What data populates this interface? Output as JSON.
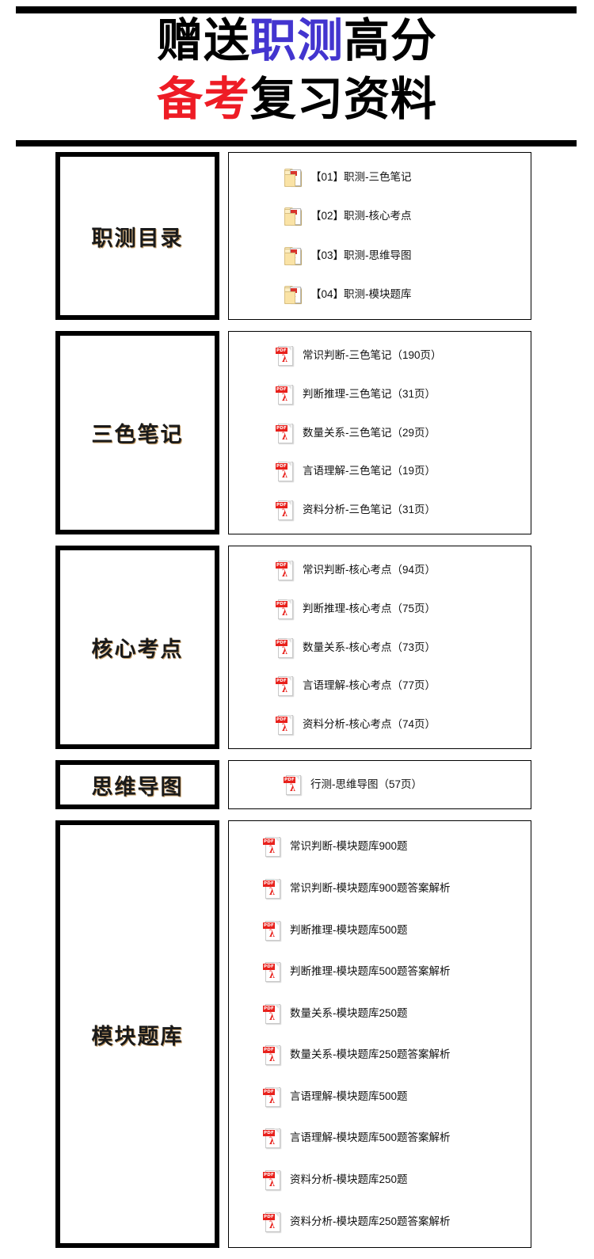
{
  "header": {
    "line1": [
      {
        "text": "赠送",
        "color": "#000000"
      },
      {
        "text": "职测",
        "color": "#4335cf"
      },
      {
        "text": "高分",
        "color": "#000000"
      }
    ],
    "line2": [
      {
        "text": "备考",
        "color": "#ee1c25"
      },
      {
        "text": "复习资料",
        "color": "#000000"
      }
    ],
    "line1_plain": "赠送职测高分",
    "line2_plain": "备考复习资料",
    "accent_blue": "#4335cf",
    "accent_red": "#ee1c25",
    "rule_color": "#000000"
  },
  "sections": [
    {
      "label": "职测目录",
      "icon_type": "folder",
      "items": [
        {
          "name": "【01】职测-三色笔记",
          "icon": "folder-pdf-icon"
        },
        {
          "name": "【02】职测-核心考点",
          "icon": "folder-pdf-icon"
        },
        {
          "name": "【03】职测-思维导图",
          "icon": "folder-pdf-icon"
        },
        {
          "name": "【04】职测-模块题库",
          "icon": "folder-pdf-icon"
        }
      ]
    },
    {
      "label": "三色笔记",
      "icon_type": "pdf",
      "items": [
        {
          "name": "常识判断-三色笔记（190页）",
          "icon": "pdf-icon"
        },
        {
          "name": "判断推理-三色笔记（31页）",
          "icon": "pdf-icon"
        },
        {
          "name": "数量关系-三色笔记（29页）",
          "icon": "pdf-icon"
        },
        {
          "name": "言语理解-三色笔记（19页）",
          "icon": "pdf-icon"
        },
        {
          "name": "资料分析-三色笔记（31页）",
          "icon": "pdf-icon"
        }
      ]
    },
    {
      "label": "核心考点",
      "icon_type": "pdf",
      "items": [
        {
          "name": "常识判断-核心考点（94页）",
          "icon": "pdf-icon"
        },
        {
          "name": "判断推理-核心考点（75页）",
          "icon": "pdf-icon"
        },
        {
          "name": "数量关系-核心考点（73页）",
          "icon": "pdf-icon"
        },
        {
          "name": "言语理解-核心考点（77页）",
          "icon": "pdf-icon"
        },
        {
          "name": "资料分析-核心考点（74页）",
          "icon": "pdf-icon"
        }
      ]
    },
    {
      "label": "思维导图",
      "icon_type": "pdf",
      "items": [
        {
          "name": "行测-思维导图（57页）",
          "icon": "pdf-icon"
        }
      ]
    },
    {
      "label": "模块题库",
      "icon_type": "pdf",
      "items": [
        {
          "name": "常识判断-模块题库900题",
          "icon": "pdf-icon"
        },
        {
          "name": "常识判断-模块题库900题答案解析",
          "icon": "pdf-icon"
        },
        {
          "name": "判断推理-模块题库500题",
          "icon": "pdf-icon"
        },
        {
          "name": "判断推理-模块题库500题答案解析",
          "icon": "pdf-icon"
        },
        {
          "name": "数量关系-模块题库250题",
          "icon": "pdf-icon"
        },
        {
          "name": "数量关系-模块题库250题答案解析",
          "icon": "pdf-icon"
        },
        {
          "name": "言语理解-模块题库500题",
          "icon": "pdf-icon"
        },
        {
          "name": "言语理解-模块题库500题答案解析",
          "icon": "pdf-icon"
        },
        {
          "name": "资料分析-模块题库250题",
          "icon": "pdf-icon"
        },
        {
          "name": "资料分析-模块题库250题答案解析",
          "icon": "pdf-icon"
        }
      ]
    }
  ],
  "icon_labels": {
    "pdf_tag": "PDF",
    "acrobat_glyph": "λ"
  },
  "section_heights": [
    212,
    257,
    257,
    62,
    540
  ]
}
